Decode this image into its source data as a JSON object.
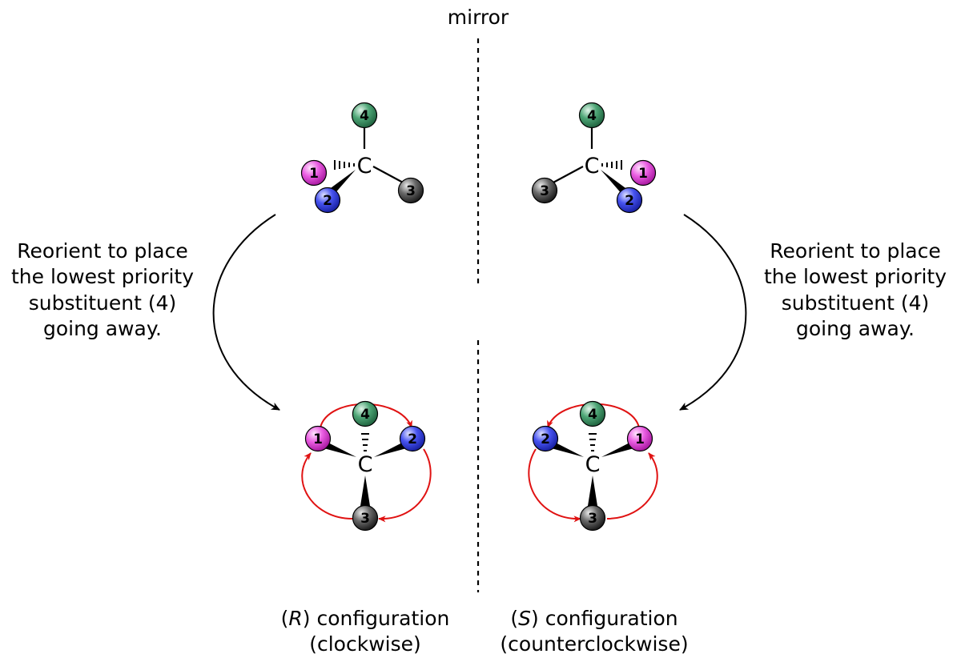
{
  "mirror_label": "mirror",
  "center_atom": "C",
  "left_note": [
    "Reorient to place",
    "the lowest priority",
    "substituent (4)",
    "going away."
  ],
  "right_note": [
    "Reorient to place",
    "the lowest priority",
    "substituent (4)",
    "going away."
  ],
  "r_config": {
    "open": "(",
    "letter": "R",
    "close": ") configuration",
    "direction": "(clockwise)"
  },
  "s_config": {
    "open": "(",
    "letter": "S",
    "close": ") configuration",
    "direction": "(counterclockwise)"
  },
  "priorities": {
    "p1": "1",
    "p2": "2",
    "p3": "3",
    "p4": "4"
  },
  "colors": {
    "priority_1": "#e23ad9",
    "priority_2": "#2a35d6",
    "priority_3": "#2a2a2a",
    "priority_4": "#2e8a5c",
    "rotation_arrows": "#e01212",
    "text": "#000000"
  }
}
